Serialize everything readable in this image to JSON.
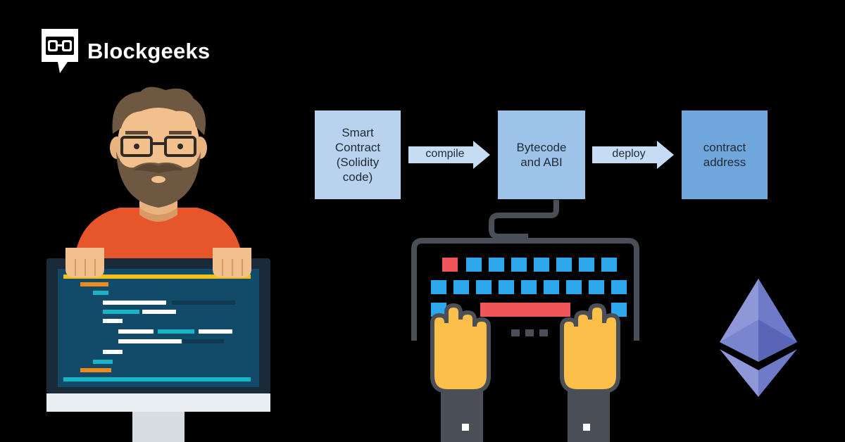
{
  "brand": {
    "name": "Blockgeeks",
    "icon": "bg-logo-icon"
  },
  "flow": {
    "step1": "Smart\nContract\n(Solidity\ncode)",
    "arrow1": "compile",
    "step2": "Bytecode\nand ABI",
    "arrow2": "deploy",
    "step3": "contract\naddress"
  },
  "illustrations": {
    "developer": "developer-illustration",
    "keyboard": "keyboard-hands-illustration",
    "ethereum": "ethereum-logo-icon"
  },
  "colors": {
    "background": "#000000",
    "box1": "#b9d3ee",
    "box2": "#9ec3e8",
    "box3": "#6fa6dc",
    "arrow": "#c6dcf2",
    "ethereum": "#6b77c6"
  }
}
